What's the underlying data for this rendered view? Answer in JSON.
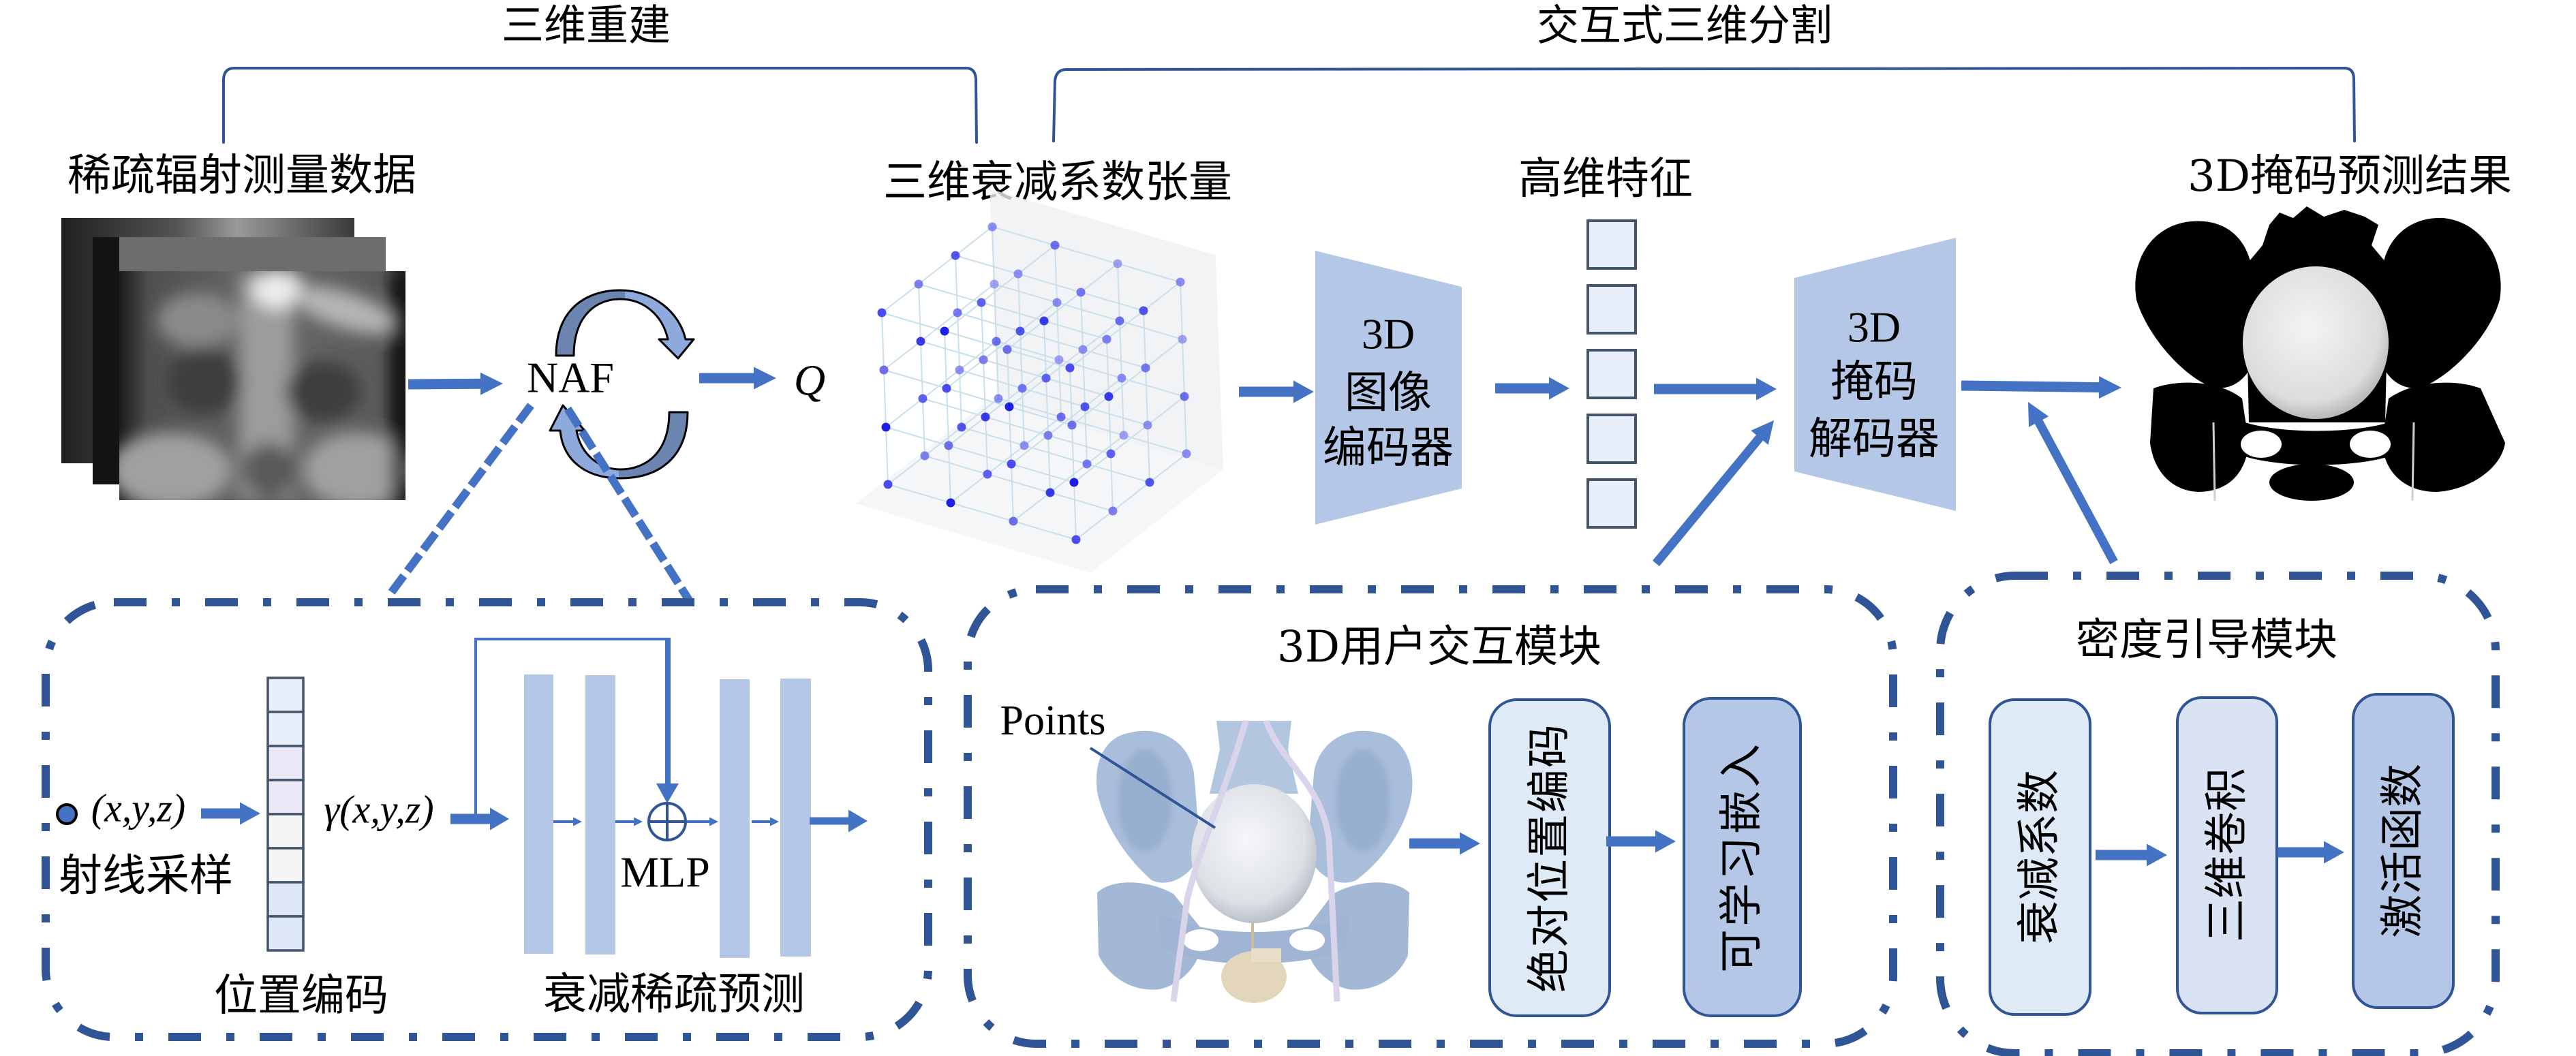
{
  "sections": {
    "reconstruction": "三维重建",
    "segmentation": "交互式三维分割"
  },
  "labels": {
    "sparse_data": "稀疏辐射测量数据",
    "attenuation_tensor": "三维衰减系数张量",
    "high_dim_features": "高维特征",
    "mask_result": "3D掩码预测结果"
  },
  "naf": {
    "label": "NAF",
    "output": "Q"
  },
  "encoder": {
    "line1": "3D",
    "line2": "图像",
    "line3": "编码器"
  },
  "decoder": {
    "line1": "3D",
    "line2": "掩码",
    "line3": "解码器"
  },
  "ray_module": {
    "input_coords": "(x,y,z)",
    "sampling_label": "射线采样",
    "encoded_coords": "γ(x,y,z)",
    "encoding_label": "位置编码",
    "mlp_label": "MLP",
    "prediction_label": "衰减稀疏预测"
  },
  "interaction_module": {
    "title": "3D用户交互模块",
    "points_label": "Points",
    "abs_position_encoding": "绝对位置编码",
    "learnable_embedding": "可学习嵌入"
  },
  "density_module": {
    "title": "密度引导模块",
    "steps": [
      "衰减系数",
      "三维卷积",
      "激活函数"
    ]
  },
  "colors": {
    "arrow": "#4472c4",
    "border": "#2f5597",
    "block": "#b4c7e7",
    "light": "#deebf7",
    "feature": "#e8eefa",
    "feature_border": "#44546a"
  }
}
